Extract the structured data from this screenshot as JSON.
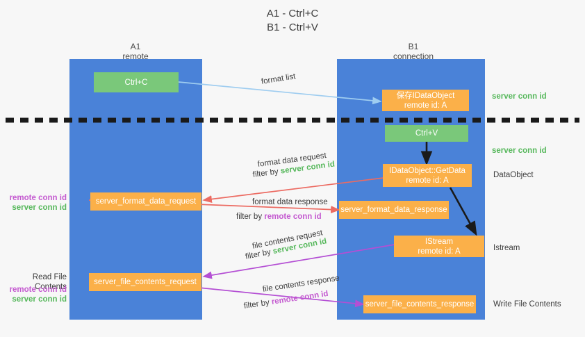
{
  "title": {
    "line1": "A1 - Ctrl+C",
    "line2": "B1 - Ctrl+V"
  },
  "columns": [
    {
      "name": "A1",
      "sub": "remote"
    },
    {
      "name": "B1",
      "sub": "connection"
    }
  ],
  "boxes": {
    "ctrl_c": "Ctrl+C",
    "ctrl_v": "Ctrl+V",
    "save_dataobject_l1": "保存IDataObject",
    "save_dataobject_l2": "remote id: A",
    "getdata_l1": "IDataObject::GetData",
    "getdata_l2": "remote id: A",
    "istream_l1": "IStream",
    "istream_l2": "remote id: A",
    "server_format_data_request": "server_format_data_request",
    "server_format_data_response": "server_format_data_response",
    "server_file_contents_request": "server_file_contents_request",
    "server_file_contents_response": "server_file_contents_response"
  },
  "edge_labels": {
    "format_list": "format list",
    "format_data_request": "format data request",
    "format_data_response": "format data response",
    "file_contents_request": "file contents request",
    "file_contents_response": "file contents response",
    "filter_by": "filter by",
    "server_conn_id": "server conn id",
    "remote_conn_id": "remote conn id"
  },
  "right_labels": {
    "server_conn_id_top": "server conn id",
    "server_conn_id_mid": "server conn id",
    "data_object": "DataObject",
    "istream": "Istream",
    "write_file_contents": "Write File Contents"
  },
  "left_labels": {
    "remote_conn_id_1": "remote conn id",
    "server_conn_id_1": "server conn id",
    "read_file_contents": "Read File Contents",
    "remote_conn_id_2": "remote conn id",
    "server_conn_id_2": "server conn id"
  },
  "colors": {
    "background": "#f7f7f7",
    "column": "#4a82d8",
    "box_orange": "#fbb049",
    "box_green": "#7ac87a",
    "arrow_light_blue": "#9fcdf0",
    "arrow_red": "#ec6b62",
    "arrow_purple": "#b44fd4",
    "arrow_black": "#1a1a1a",
    "text_green": "#57b85c",
    "text_purple": "#c45ad0"
  }
}
